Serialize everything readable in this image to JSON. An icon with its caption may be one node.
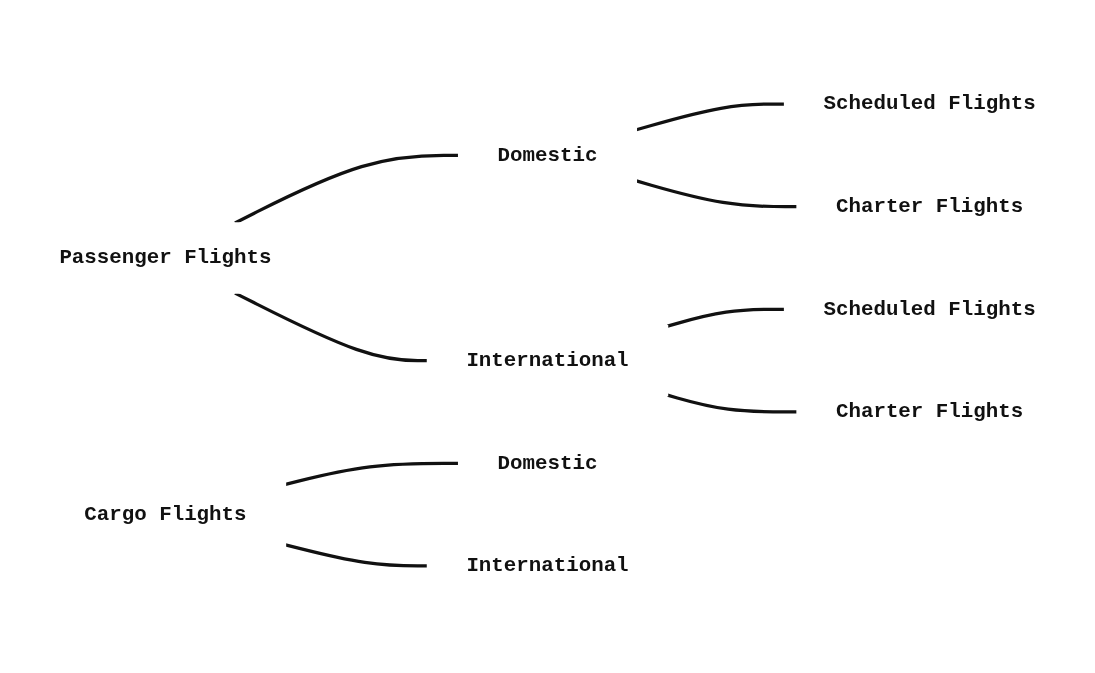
{
  "diagram": {
    "nodes": [
      {
        "text": [
          "Passenger Flights"
        ]
      },
      {
        "text": [
          "Domestic"
        ]
      },
      {
        "text": [
          "Scheduled Flights"
        ]
      },
      {
        "text": [
          "Charter Flights"
        ]
      },
      {
        "text": [
          "International"
        ]
      },
      {
        "text": [
          "Scheduled Flights"
        ]
      },
      {
        "text": [
          "Charter Flights"
        ]
      },
      {
        "text": [
          "Cargo Flights"
        ]
      },
      {
        "text": [
          "Domestic"
        ]
      },
      {
        "text": [
          "International"
        ]
      }
    ],
    "edges": [
      {
        "from": 0,
        "to": 1,
        "arrow": "none"
      },
      {
        "from": 0,
        "to": 4,
        "arrow": "none"
      },
      {
        "from": 1,
        "to": 2,
        "arrow": "none"
      },
      {
        "from": 1,
        "to": 3,
        "arrow": "none"
      },
      {
        "from": 4,
        "to": 5,
        "arrow": "none"
      },
      {
        "from": 4,
        "to": 6,
        "arrow": "none"
      },
      {
        "from": 7,
        "to": 8,
        "arrow": "none"
      },
      {
        "from": 7,
        "to": 9,
        "arrow": "none"
      }
    ]
  }
}
